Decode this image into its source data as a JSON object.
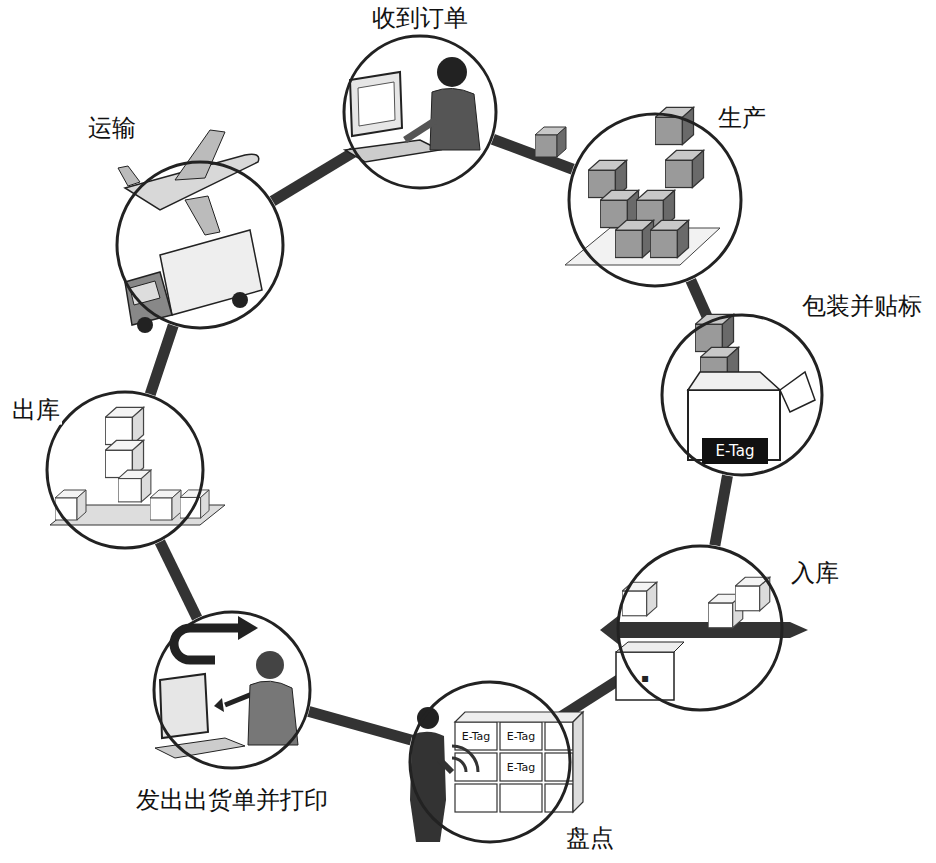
{
  "diagram": {
    "nodes": [
      {
        "text": [
          "收到订单"
        ]
      },
      {
        "text": [
          "生产"
        ]
      },
      {
        "text": [
          "包装并贴标"
        ]
      },
      {
        "text": [
          "入库"
        ]
      },
      {
        "text": [
          "盘点"
        ]
      },
      {
        "text": [
          "发出出货单并打印"
        ]
      },
      {
        "text": [
          "出库"
        ]
      },
      {
        "text": [
          "运输"
        ]
      }
    ],
    "edges": [
      {
        "from": 0,
        "to": 1,
        "arrow": "none"
      },
      {
        "from": 1,
        "to": 2,
        "arrow": "none"
      },
      {
        "from": 2,
        "to": 3,
        "arrow": "none"
      },
      {
        "from": 3,
        "to": 4,
        "arrow": "none"
      },
      {
        "from": 4,
        "to": 5,
        "arrow": "none"
      },
      {
        "from": 5,
        "to": 6,
        "arrow": "none"
      },
      {
        "from": 6,
        "to": 7,
        "arrow": "none"
      },
      {
        "from": 7,
        "to": 0,
        "arrow": "none"
      }
    ],
    "labels": [
      "E-Tag",
      "E-Tag",
      "E-Tag",
      "E-Tag"
    ]
  }
}
